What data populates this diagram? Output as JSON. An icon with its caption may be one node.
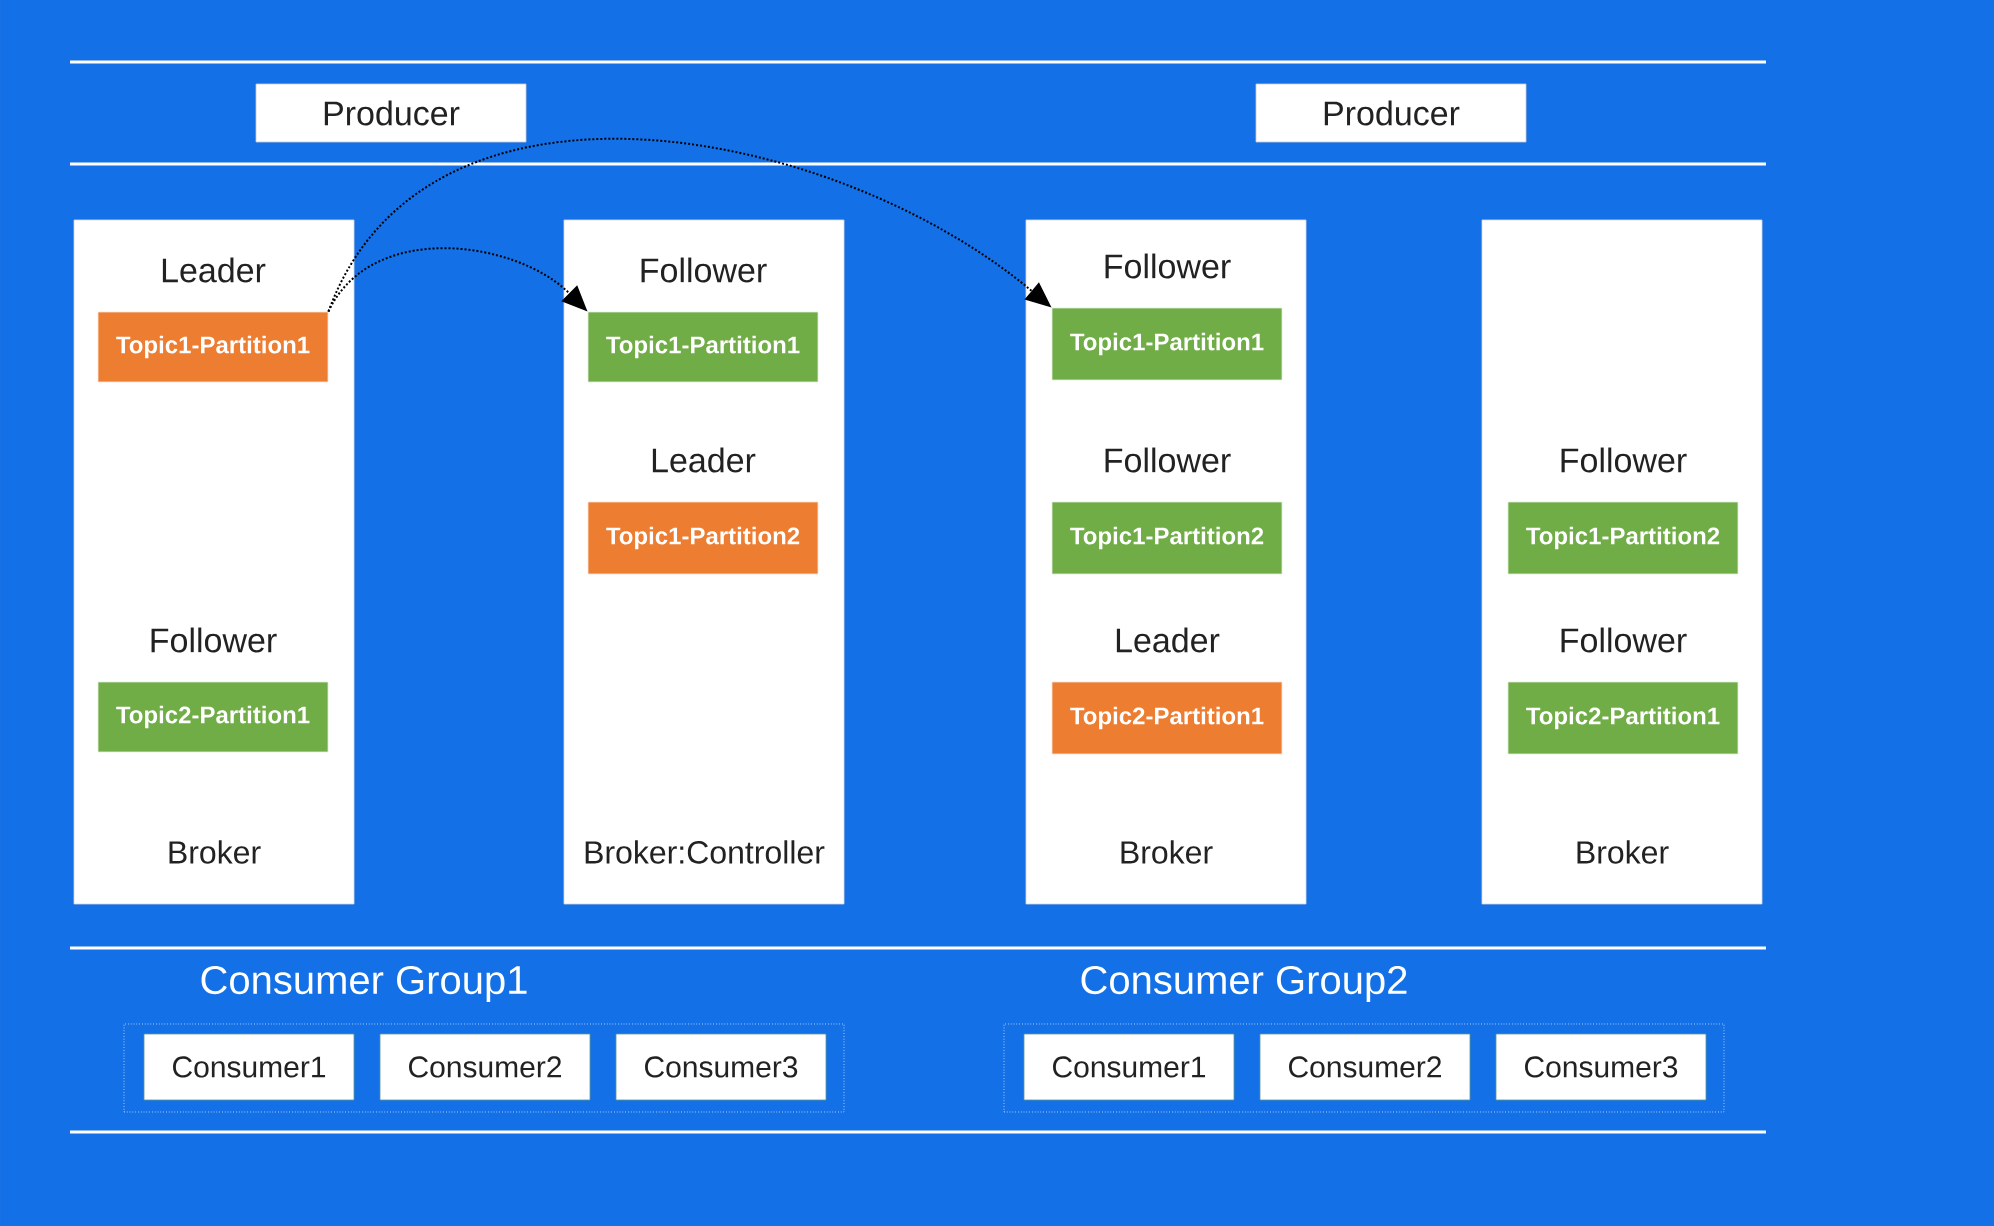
{
  "diagram": {
    "nodes": [
      {
        "text": [
          "Producer"
        ]
      },
      {
        "text": [
          "Producer"
        ]
      },
      {
        "text": [
          "Broker"
        ]
      },
      {
        "text": [
          "Leader",
          "Topic1-Partition1"
        ],
        "in": 2
      },
      {
        "text": [
          "Follower",
          "Topic2-Partition1"
        ],
        "in": 2
      },
      {
        "text": [
          "Broker:Controller"
        ]
      },
      {
        "text": [
          "Follower",
          "Topic1-Partition1"
        ],
        "in": 5
      },
      {
        "text": [
          "Leader",
          "Topic1-Partition2"
        ],
        "in": 5
      },
      {
        "text": [
          "Broker"
        ]
      },
      {
        "text": [
          "Follower",
          "Topic1-Partition1"
        ],
        "in": 8
      },
      {
        "text": [
          "Follower",
          "Topic1-Partition2"
        ],
        "in": 8
      },
      {
        "text": [
          "Leader",
          "Topic2-Partition1"
        ],
        "in": 8
      },
      {
        "text": [
          "Broker"
        ]
      },
      {
        "text": [
          "Follower",
          "Topic1-Partition2"
        ],
        "in": 12
      },
      {
        "text": [
          "Follower",
          "Topic2-Partition1"
        ],
        "in": 12
      },
      {
        "text": [
          "Consumer Group1"
        ]
      },
      {
        "text": [
          "Consumer1"
        ],
        "in": 15
      },
      {
        "text": [
          "Consumer2"
        ],
        "in": 15
      },
      {
        "text": [
          "Consumer3"
        ],
        "in": 15
      },
      {
        "text": [
          "Consumer Group2"
        ]
      },
      {
        "text": [
          "Consumer1"
        ],
        "in": 19
      },
      {
        "text": [
          "Consumer2"
        ],
        "in": 19
      },
      {
        "text": [
          "Consumer3"
        ],
        "in": 19
      }
    ],
    "edges": [
      {
        "from": 3,
        "to": 6,
        "arrow": "to",
        "style": "dashed"
      },
      {
        "from": 3,
        "to": 9,
        "arrow": "to",
        "style": "dashed"
      }
    ]
  }
}
